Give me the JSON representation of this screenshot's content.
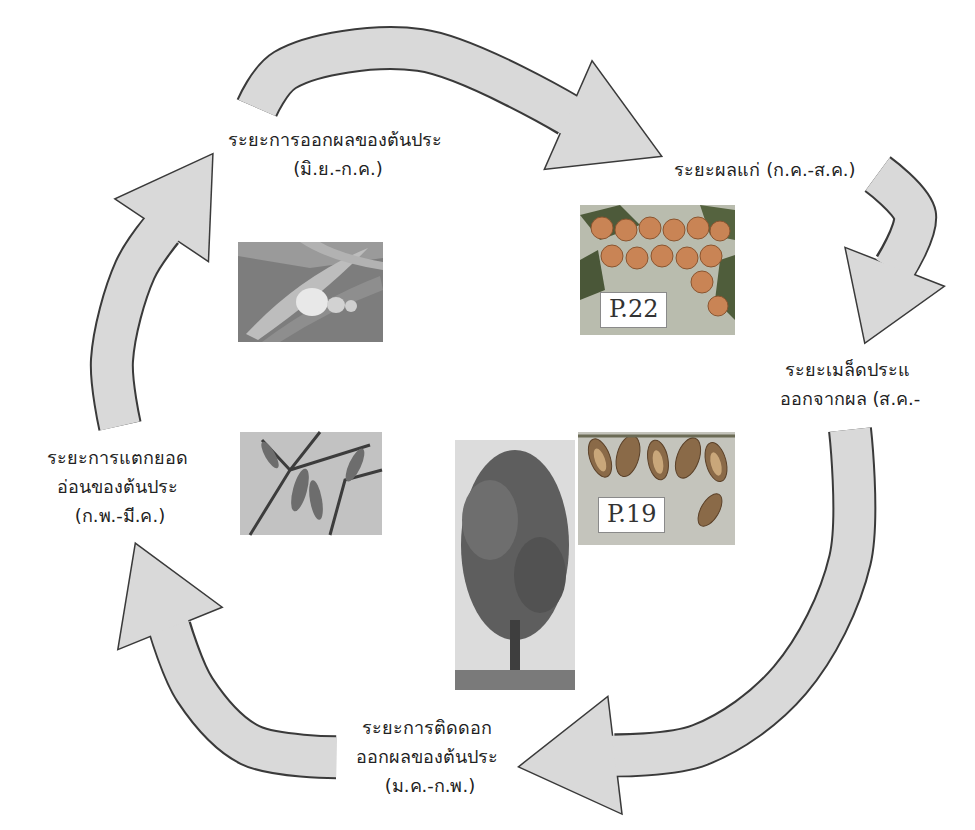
{
  "diagram": {
    "nodes": [
      {
        "text": [
          "ระยะการออกผลของต้นประ (มิ.ย.-ก.ค.)"
        ]
      },
      {
        "text": [
          "ระยะผลแก่ (ก.ค.-ส.ค.)"
        ]
      },
      {
        "text": [
          "ระยะเมล็ดประแ ออกจากผล (ส.ค.-"
        ]
      },
      {
        "text": [
          "ระยะการติดดอก ออกผลของต้นประ (ม.ค.-ก.พ.)"
        ]
      },
      {
        "text": [
          "ระยะการแตกยอด อ่อนของต้นประ (ก.พ.-มี.ค.)"
        ]
      }
    ],
    "edges": [
      {
        "from": 0,
        "to": 1,
        "arrow": "to"
      },
      {
        "from": 1,
        "to": 2,
        "arrow": "to"
      },
      {
        "from": 2,
        "to": 3,
        "arrow": "to"
      },
      {
        "from": 3,
        "to": 4,
        "arrow": "to"
      },
      {
        "from": 4,
        "to": 0,
        "arrow": "to"
      }
    ],
    "labels": [
      "P.22",
      "P.19"
    ]
  }
}
